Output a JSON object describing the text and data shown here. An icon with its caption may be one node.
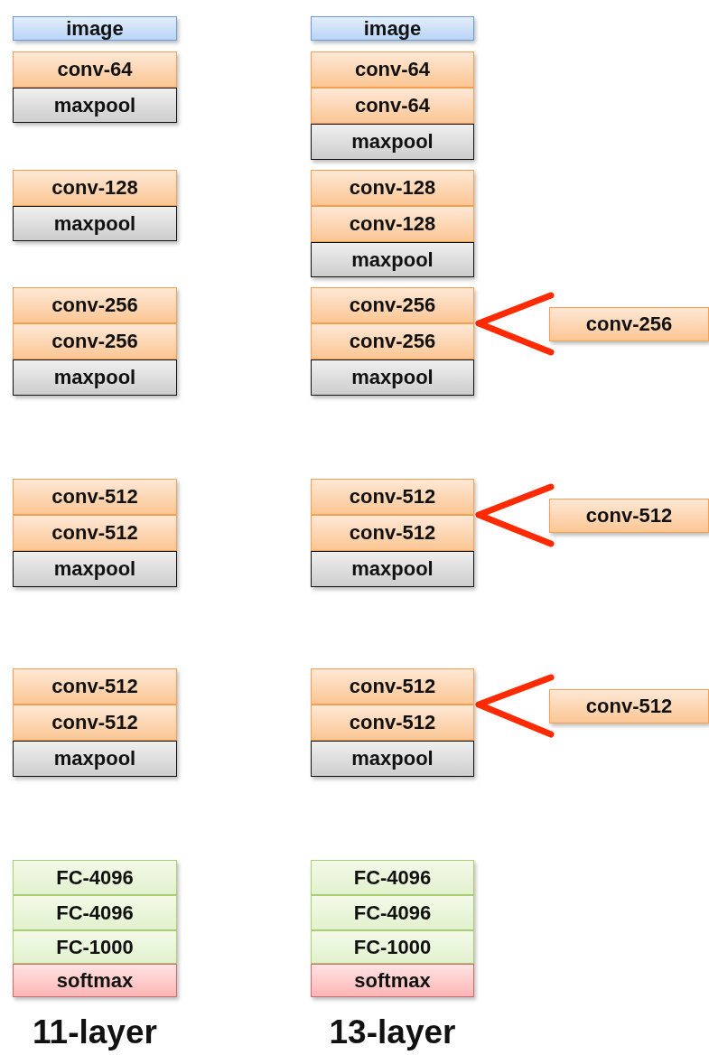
{
  "diagram": {
    "nodes": [
      {
        "text": [
          "image"
        ]
      },
      {
        "text": [
          "conv-64"
        ]
      },
      {
        "text": [
          "maxpool"
        ]
      },
      {
        "text": [
          "conv-128"
        ]
      },
      {
        "text": [
          "maxpool"
        ]
      },
      {
        "text": [
          "conv-256"
        ]
      },
      {
        "text": [
          "conv-256"
        ]
      },
      {
        "text": [
          "maxpool"
        ]
      },
      {
        "text": [
          "conv-512"
        ]
      },
      {
        "text": [
          "conv-512"
        ]
      },
      {
        "text": [
          "maxpool"
        ]
      },
      {
        "text": [
          "conv-512"
        ]
      },
      {
        "text": [
          "conv-512"
        ]
      },
      {
        "text": [
          "maxpool"
        ]
      },
      {
        "text": [
          "FC-4096"
        ]
      },
      {
        "text": [
          "FC-4096"
        ]
      },
      {
        "text": [
          "FC-1000"
        ]
      },
      {
        "text": [
          "softmax"
        ]
      },
      {
        "text": [
          "image"
        ]
      },
      {
        "text": [
          "conv-64"
        ]
      },
      {
        "text": [
          "conv-64"
        ]
      },
      {
        "text": [
          "maxpool"
        ]
      },
      {
        "text": [
          "conv-128"
        ]
      },
      {
        "text": [
          "conv-128"
        ]
      },
      {
        "text": [
          "maxpool"
        ]
      },
      {
        "text": [
          "conv-256"
        ]
      },
      {
        "text": [
          "conv-256"
        ]
      },
      {
        "text": [
          "maxpool"
        ]
      },
      {
        "text": [
          "conv-512"
        ]
      },
      {
        "text": [
          "conv-512"
        ]
      },
      {
        "text": [
          "maxpool"
        ]
      },
      {
        "text": [
          "conv-512"
        ]
      },
      {
        "text": [
          "conv-512"
        ]
      },
      {
        "text": [
          "maxpool"
        ]
      },
      {
        "text": [
          "FC-4096"
        ]
      },
      {
        "text": [
          "FC-4096"
        ]
      },
      {
        "text": [
          "FC-1000"
        ]
      },
      {
        "text": [
          "softmax"
        ]
      },
      {
        "text": [
          "conv-256"
        ]
      },
      {
        "text": [
          "conv-512"
        ]
      },
      {
        "text": [
          "conv-512"
        ]
      }
    ],
    "edges": [
      {
        "from": 38,
        "to": 25,
        "arrow": "none"
      },
      {
        "from": 39,
        "to": 28,
        "arrow": "none"
      },
      {
        "from": 40,
        "to": 31,
        "arrow": "none"
      }
    ],
    "labels": [
      "11-layer",
      "13-layer"
    ]
  }
}
